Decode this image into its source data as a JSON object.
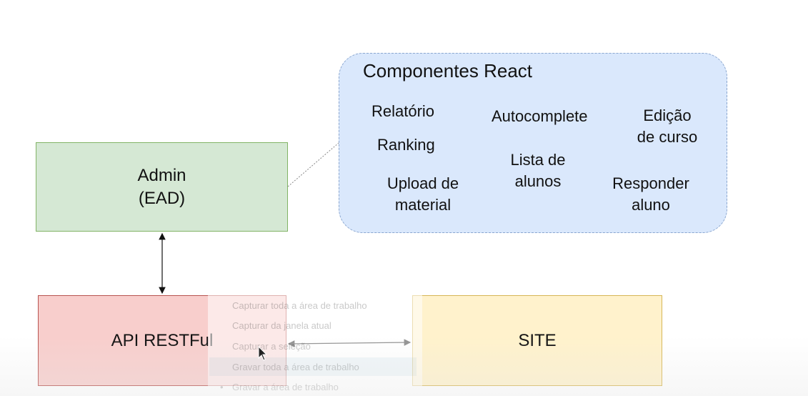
{
  "diagram": {
    "admin": {
      "label": "Admin\n(EAD)"
    },
    "api": {
      "label": "API RESTFul"
    },
    "site": {
      "label": "SITE"
    },
    "react_group": {
      "title": "Componentes React",
      "items": [
        "Relatório",
        "Ranking",
        "Upload de\nmaterial",
        "Autocomplete",
        "Lista de\nalunos",
        "Edição\nde curso",
        "Responder\naluno"
      ]
    }
  },
  "overlay_menu": {
    "items": [
      "Capturar toda a área de trabalho",
      "Capturar da janela atual",
      "Capturar a seleção",
      "Gravar toda a área de trabalho",
      "Gravar a área de trabalho"
    ],
    "highlighted_index": 3
  },
  "colors": {
    "admin_fill": "#d5e8d4",
    "api_fill": "#f8cecc",
    "site_fill": "#fff2cc",
    "react_fill": "#dae8fc"
  }
}
